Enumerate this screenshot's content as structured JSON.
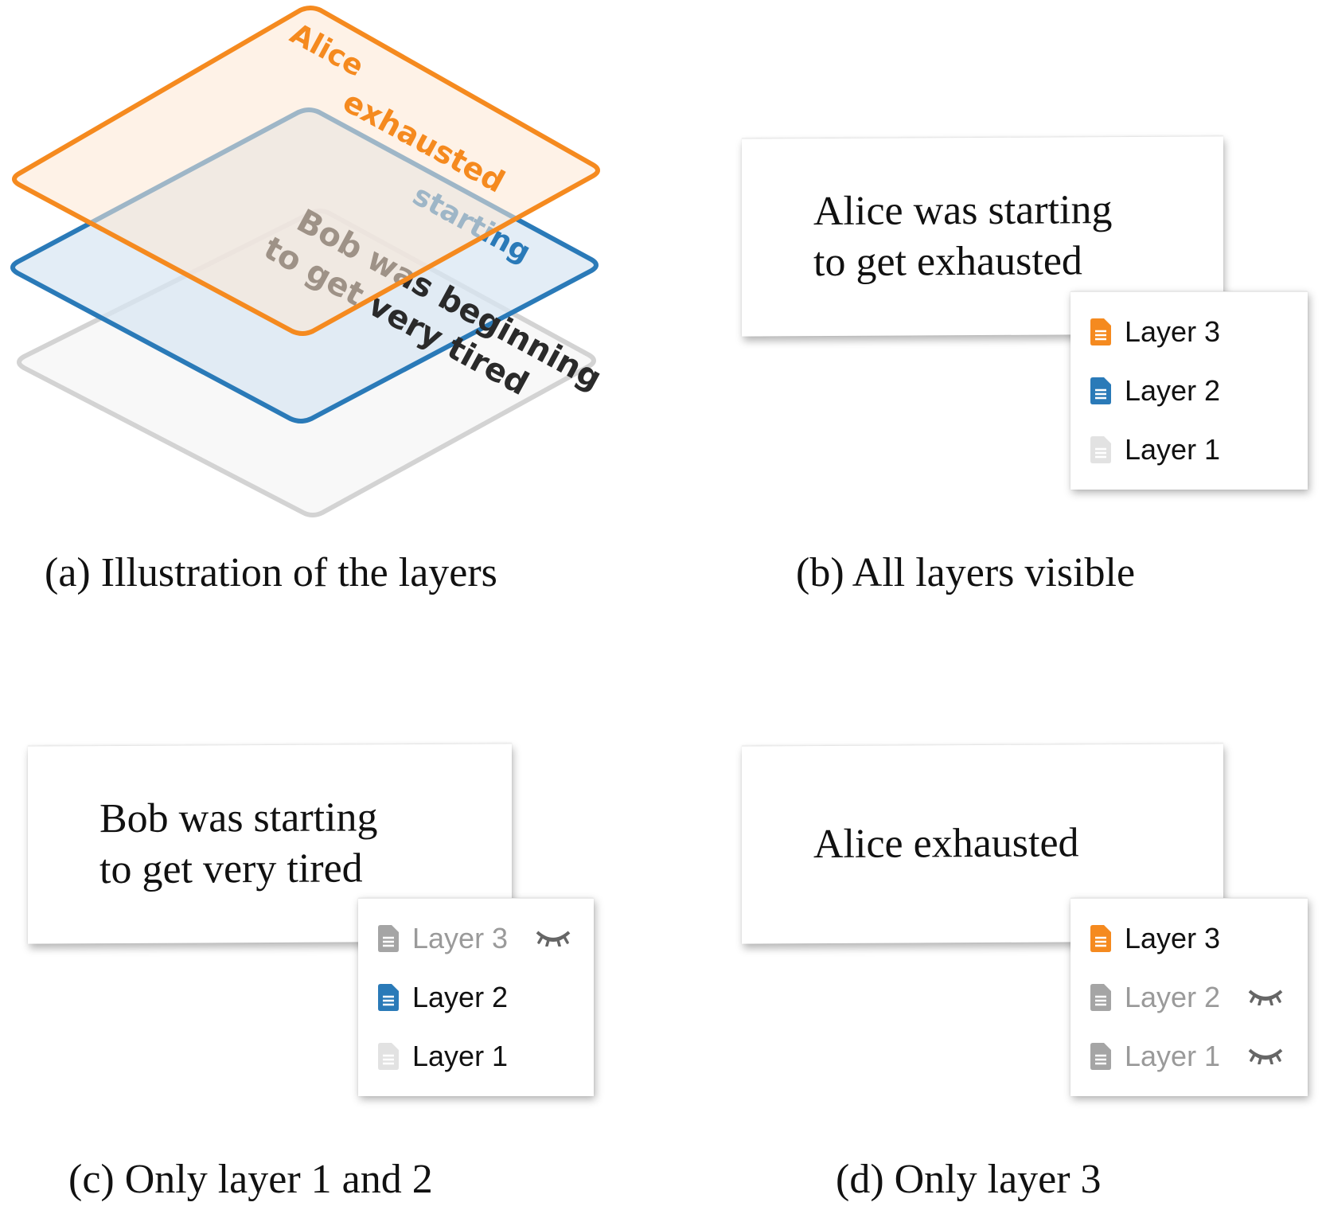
{
  "illustration": {
    "layer3_words": [
      "Alice",
      "exhausted"
    ],
    "layer2_words": [
      "starting"
    ],
    "layer1_lines": [
      "Bob was beginning",
      "to get very tired"
    ]
  },
  "panel_b": {
    "card_lines": [
      "Alice was starting",
      "to get exhausted"
    ],
    "menu": [
      {
        "label": "Layer 3",
        "icon": "orange-document-icon",
        "color": "#f58a1f",
        "visible": true
      },
      {
        "label": "Layer 2",
        "icon": "blue-document-icon",
        "color": "#2a7ab8",
        "visible": true
      },
      {
        "label": "Layer 1",
        "icon": "gray-document-icon",
        "color": "#e2e2e2",
        "visible": true
      }
    ]
  },
  "panel_c": {
    "card_lines": [
      "Bob was starting",
      "to get very tired"
    ],
    "menu": [
      {
        "label": "Layer 3",
        "icon": "gray-document-icon",
        "color": "#a5a5a5",
        "visible": false
      },
      {
        "label": "Layer 2",
        "icon": "blue-document-icon",
        "color": "#2a7ab8",
        "visible": true
      },
      {
        "label": "Layer 1",
        "icon": "gray-document-icon",
        "color": "#e2e2e2",
        "visible": true
      }
    ]
  },
  "panel_d": {
    "card_lines": [
      "Alice exhausted"
    ],
    "menu": [
      {
        "label": "Layer 3",
        "icon": "orange-document-icon",
        "color": "#f58a1f",
        "visible": true
      },
      {
        "label": "Layer 2",
        "icon": "gray-document-icon",
        "color": "#a5a5a5",
        "visible": false
      },
      {
        "label": "Layer 1",
        "icon": "gray-document-icon",
        "color": "#a5a5a5",
        "visible": false
      }
    ]
  },
  "captions": {
    "a": "(a) Illustration of the layers",
    "b": "(b) All layers visible",
    "c": "(c) Only layer 1 and 2",
    "d": "(d) Only layer 3"
  },
  "colors": {
    "orange": "#f58a1f",
    "blue": "#2a7ab8",
    "gray": "#d3d3d3",
    "eye": "#666666"
  }
}
